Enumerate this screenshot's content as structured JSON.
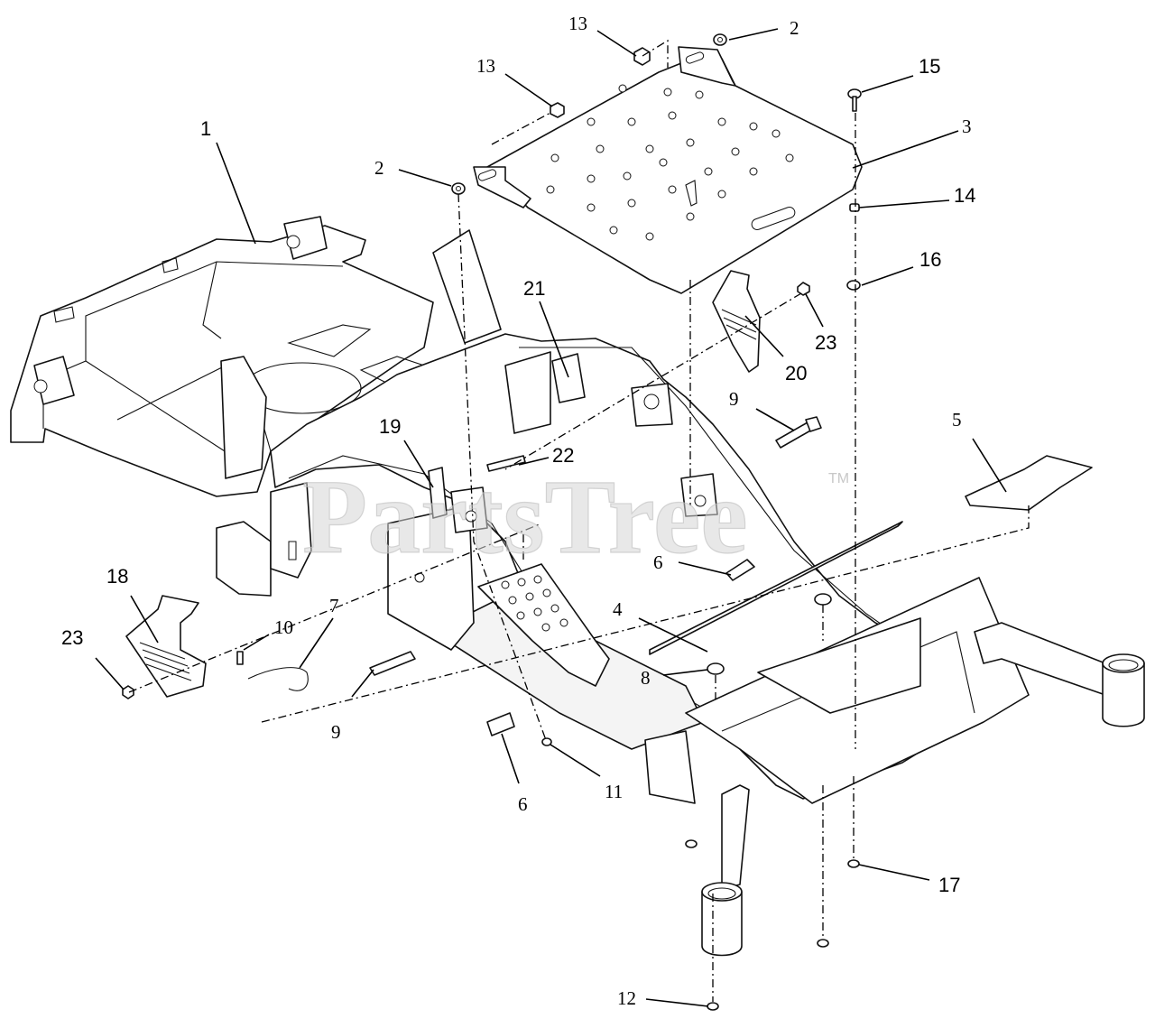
{
  "watermark": {
    "text": "PartsTree",
    "trademark": "TM"
  },
  "callouts": [
    {
      "label": "1"
    },
    {
      "label": "2"
    },
    {
      "label": "2"
    },
    {
      "label": "3"
    },
    {
      "label": "4"
    },
    {
      "label": "5"
    },
    {
      "label": "6"
    },
    {
      "label": "6"
    },
    {
      "label": "7"
    },
    {
      "label": "8"
    },
    {
      "label": "9"
    },
    {
      "label": "9"
    },
    {
      "label": "10"
    },
    {
      "label": "11"
    },
    {
      "label": "12"
    },
    {
      "label": "13"
    },
    {
      "label": "13"
    },
    {
      "label": "14"
    },
    {
      "label": "15"
    },
    {
      "label": "16"
    },
    {
      "label": "17"
    },
    {
      "label": "18"
    },
    {
      "label": "19"
    },
    {
      "label": "20"
    },
    {
      "label": "21"
    },
    {
      "label": "22"
    },
    {
      "label": "23"
    },
    {
      "label": "23"
    }
  ]
}
